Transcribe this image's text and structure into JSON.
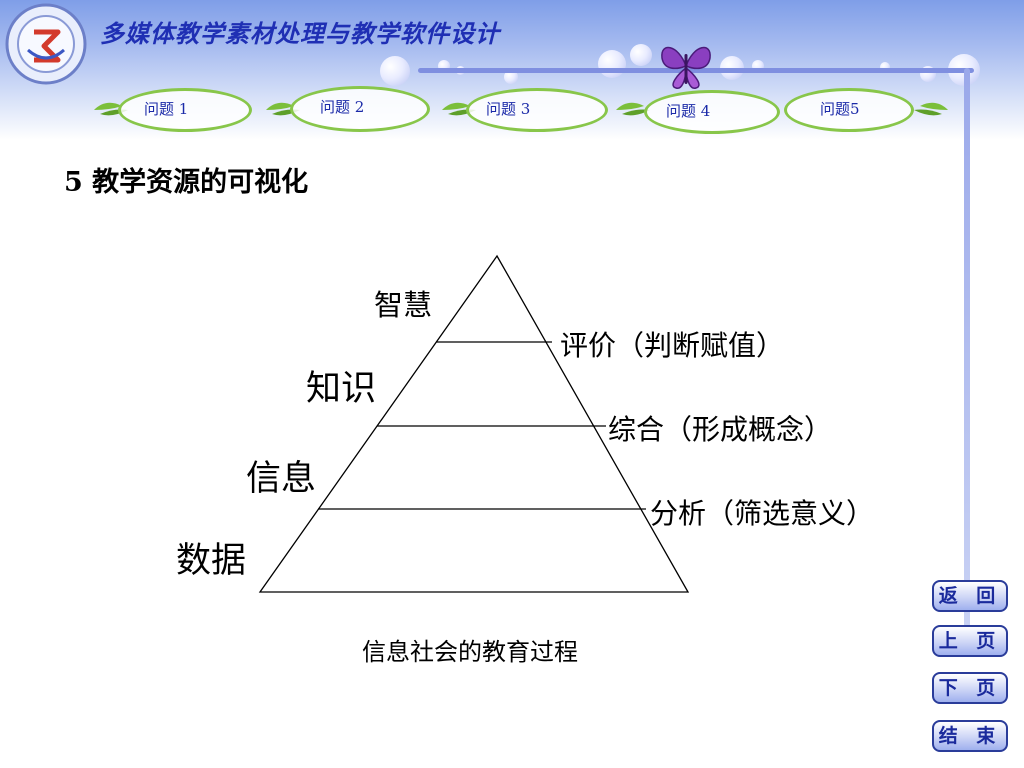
{
  "app": {
    "title": "多媒体教学素材处理与教学软件设计"
  },
  "tabs": [
    {
      "label": "问题 1"
    },
    {
      "label": "问题 2"
    },
    {
      "label": "问题 3"
    },
    {
      "label": "问题 4"
    },
    {
      "label": "问题5"
    }
  ],
  "section": {
    "heading": "5 教学资源的可视化"
  },
  "pyramid": {
    "levels": [
      "智慧",
      "知识",
      "信息",
      "数据"
    ],
    "processes": [
      "评价（判断赋值）",
      "综合（形成概念）",
      "分析（筛选意义）"
    ],
    "caption": "信息社会的教育过程"
  },
  "nav": {
    "back": "返 回",
    "prev": "上 页",
    "next": "下 页",
    "end": "结 束"
  },
  "colors": {
    "header": "#7f9ee8",
    "title": "#1f2fb4",
    "tab_border": "#88c64a",
    "nav_text": "#1a2a9c",
    "butterfly": "#8a3fc0"
  }
}
